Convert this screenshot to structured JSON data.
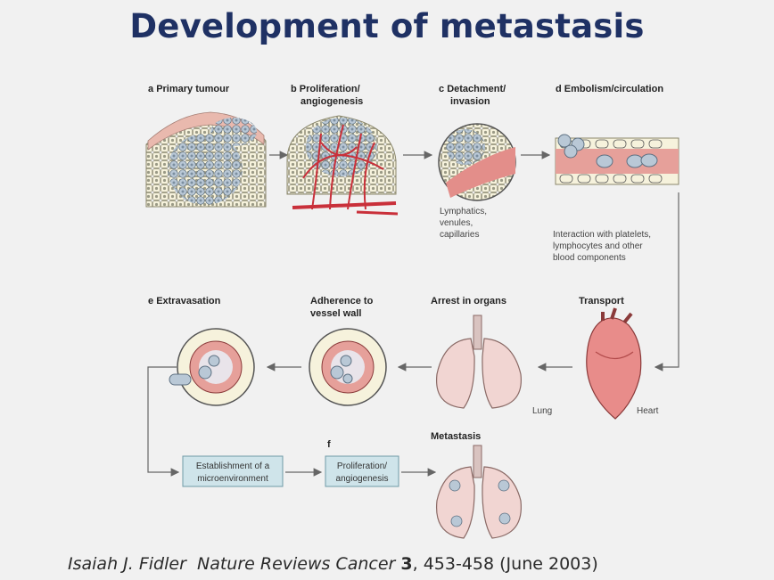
{
  "title": "Development of metastasis",
  "citation": {
    "author": "Isaiah J. Fidler",
    "journal": "Nature Reviews Cancer",
    "volume": "3",
    "pages": ", 453-458 (June 2003)"
  },
  "diagram": {
    "stage_a": {
      "letter": "a",
      "label": "Primary tumour"
    },
    "stage_b": {
      "letter": "b",
      "line1": "Proliferation/",
      "line2": "angiogenesis"
    },
    "stage_c": {
      "letter": "c",
      "line1": "Detachment/",
      "line2": "invasion"
    },
    "stage_d": {
      "letter": "d",
      "label": "Embolism/circulation"
    },
    "lymph_note": [
      "Lymphatics,",
      "venules,",
      "capillaries"
    ],
    "interaction_note": [
      "Interaction with platelets,",
      "lymphocytes and other",
      "blood components"
    ],
    "transport": "Transport",
    "heart": "Heart",
    "arrest": "Arrest in organs",
    "lung": "Lung",
    "adherence": [
      "Adherence to",
      "vessel wall"
    ],
    "stage_e": {
      "letter": "e",
      "label": "Extravasation"
    },
    "establishment": [
      "Establishment of a",
      "microenvironment"
    ],
    "stage_f": {
      "letter": "f",
      "line1": "Proliferation/",
      "line2": "angiogenesis"
    },
    "metastasis": "Metastasis"
  },
  "colors": {
    "title": "#1f3164",
    "cell_fill": "#f6f2dc",
    "tumour_cell": "#aebfcf",
    "vessel_red": "#c9303a",
    "vessel_pink": "#e7a6a0",
    "box_fill": "#cfe4ea",
    "box_stroke": "#6f9aa6"
  },
  "icons": [
    "tumour-cells",
    "blood-vessel",
    "heart-icon",
    "lung-icon",
    "arrow"
  ]
}
